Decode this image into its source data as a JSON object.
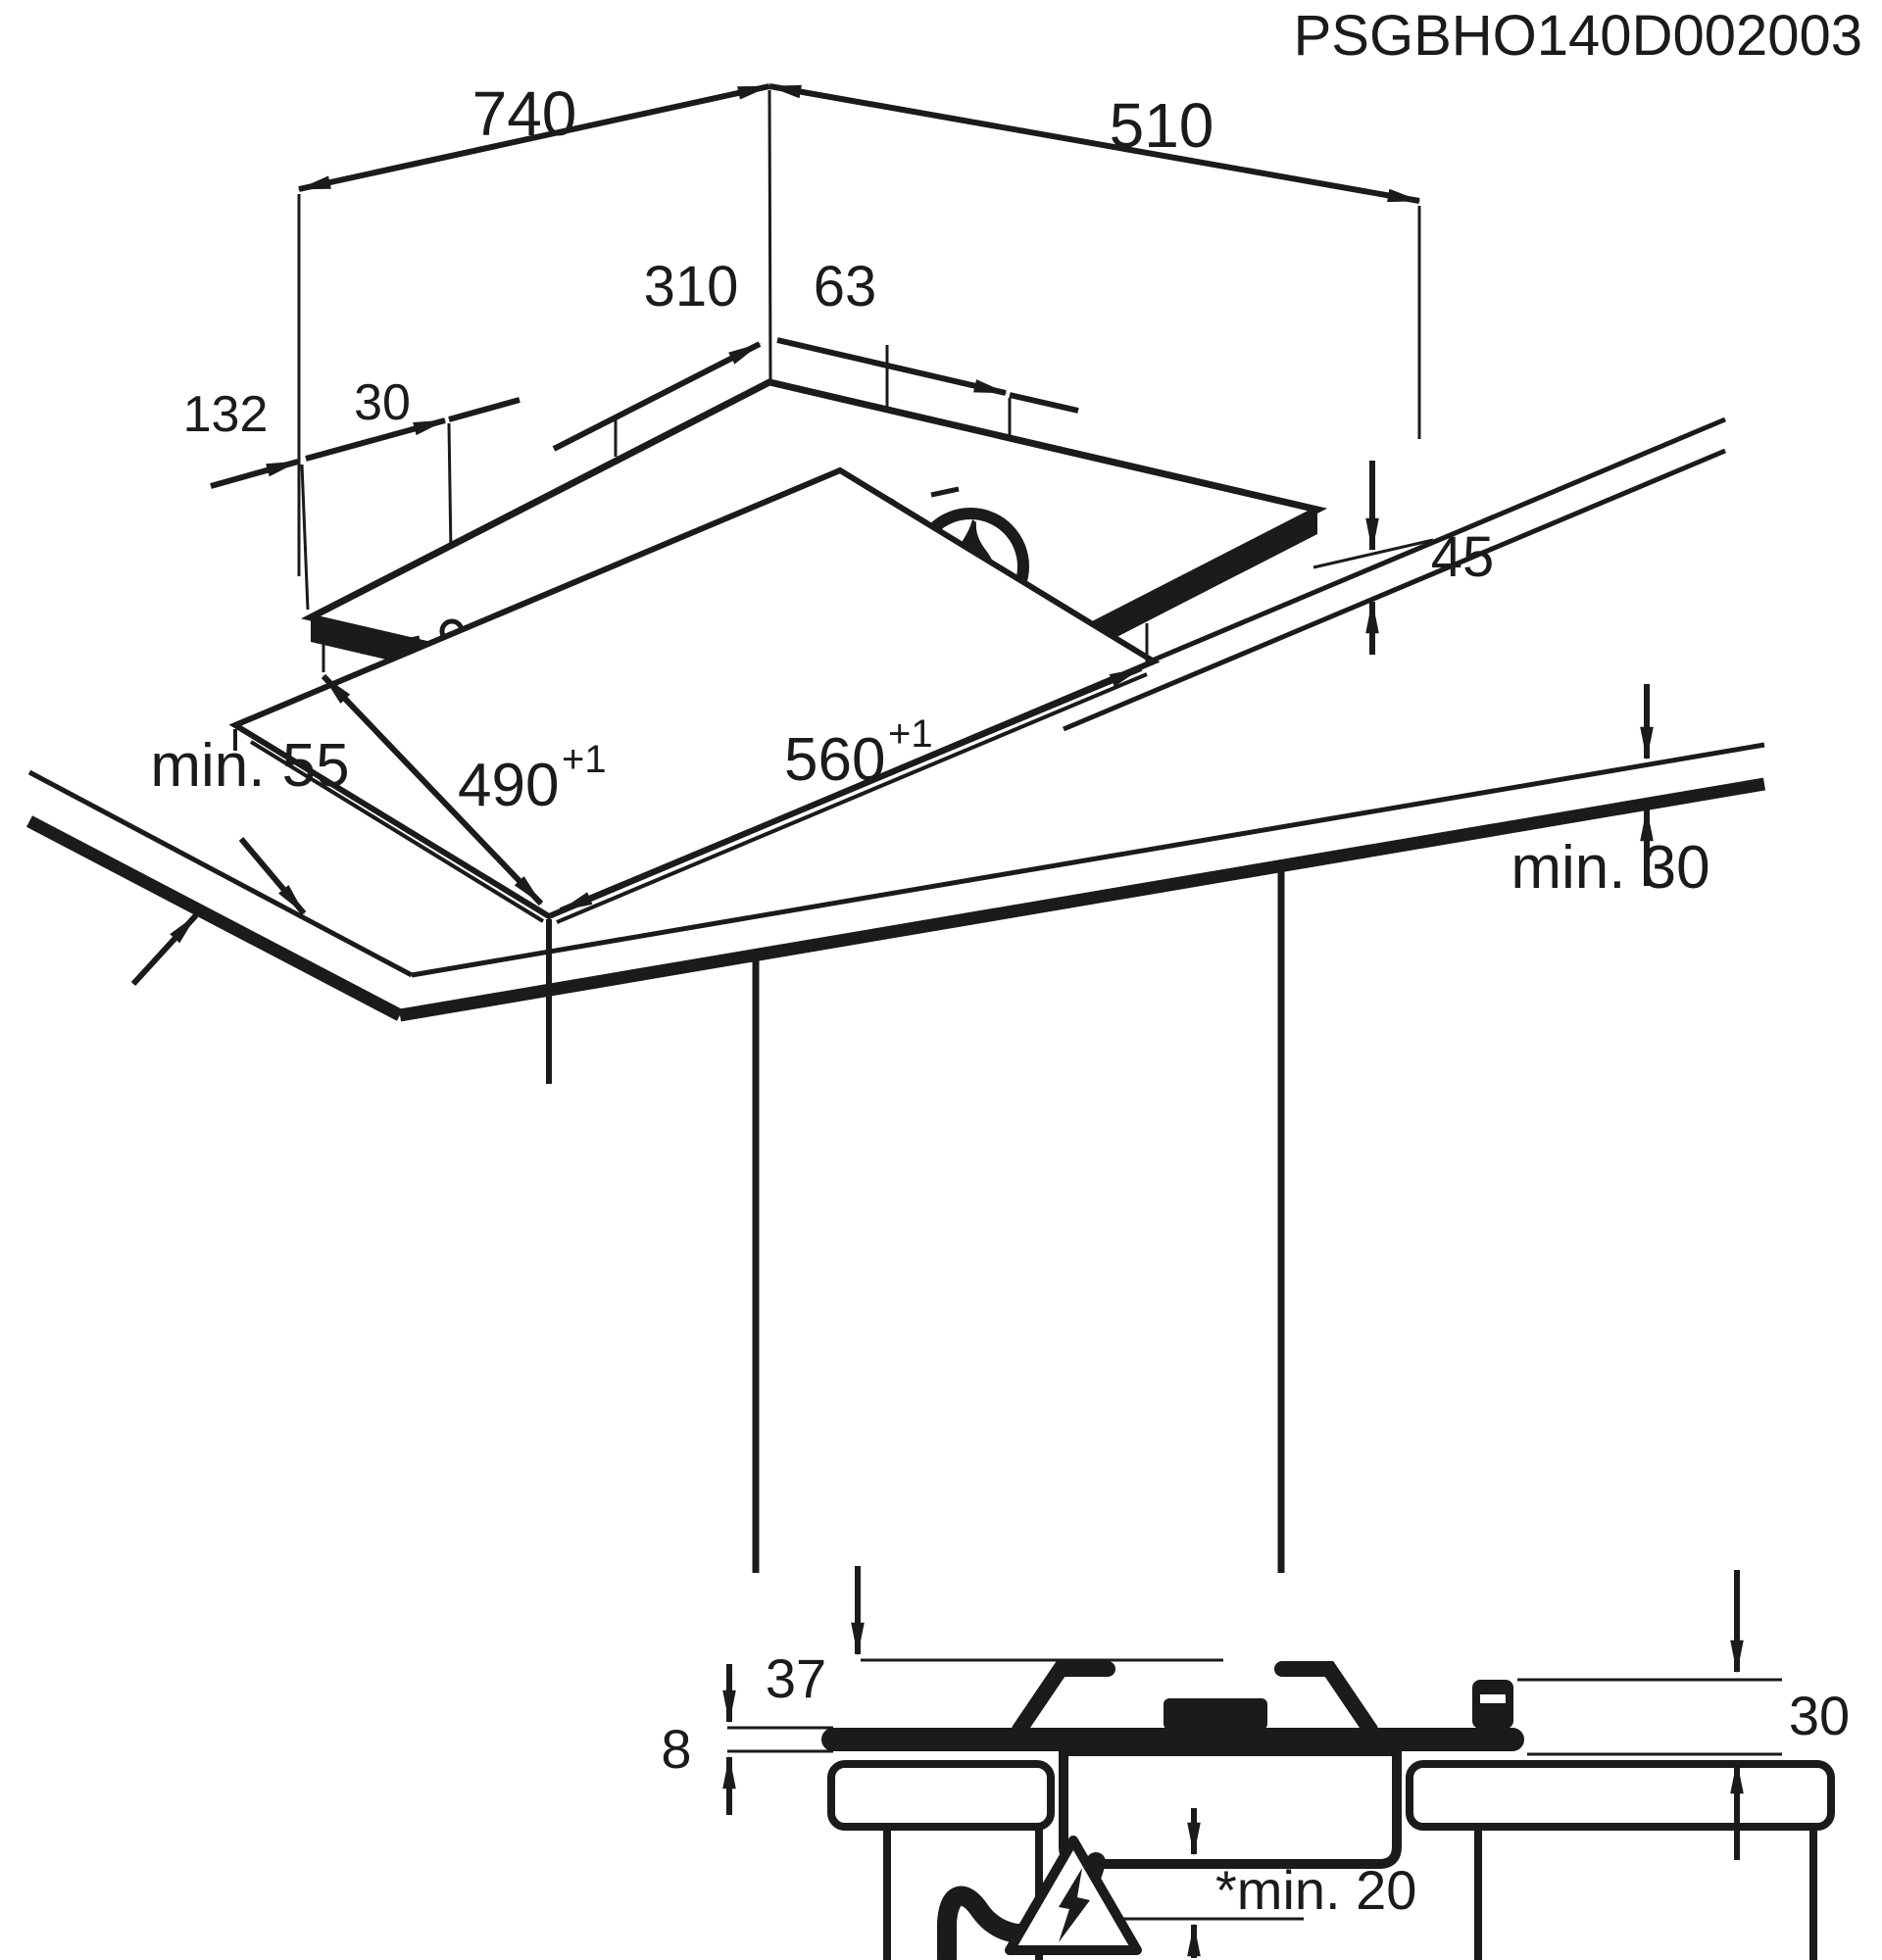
{
  "colors": {
    "ink": "#1b1b1b",
    "background": "#ffffff"
  },
  "drawing_code": "PSGBHO140D002003",
  "hob_top_view": {
    "width": "740",
    "depth": "510",
    "burner_span": "310",
    "burner_edge_offset": "63",
    "ignition_offset": "132",
    "ignition_spacing": "30",
    "hob_height": "45",
    "electric_icon": "lightning-circle-icon",
    "gas_icon": "flame-circle-icon"
  },
  "worktop_cutout_view": {
    "front_clearance": "min. 55",
    "cutout_depth": "490",
    "cutout_depth_tolerance": "+1",
    "cutout_width": "560",
    "cutout_width_tolerance": "+1",
    "worktop_thickness": "min. 30"
  },
  "section_view": {
    "height_above_worktop": "37",
    "glass_thickness": "8",
    "profile_height": "30",
    "clearance_below": "*min. 20",
    "hazard_icon": "warning-triangle-lightning-icon"
  }
}
